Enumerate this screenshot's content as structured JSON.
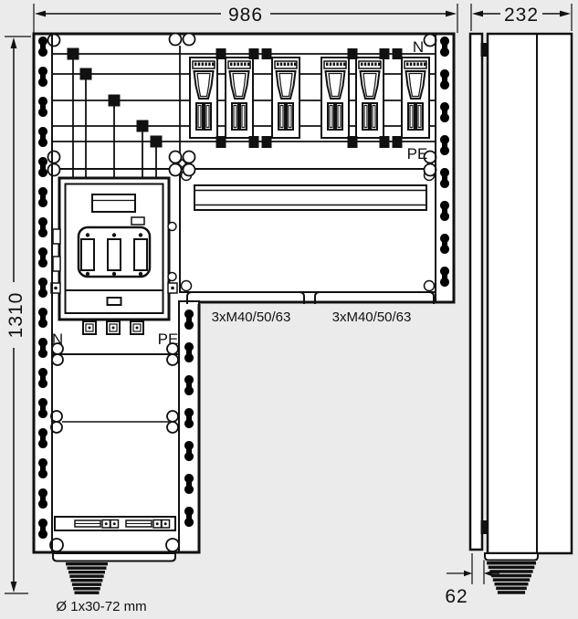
{
  "dimensions": {
    "width": "986",
    "depth": "232",
    "height": "1310",
    "plinth": "62"
  },
  "labels": {
    "neutral_top": "N",
    "pe_top": "PE",
    "neutral_switch": "N",
    "pe_switch": "PE",
    "flange_left": "3xM40/50/63",
    "flange_right": "3xM40/50/63",
    "cable_entry": "Ø 1x30-72 mm"
  },
  "colors": {
    "ink": "#111111",
    "panel": "#ffffff",
    "paper": "#ebebeb"
  }
}
